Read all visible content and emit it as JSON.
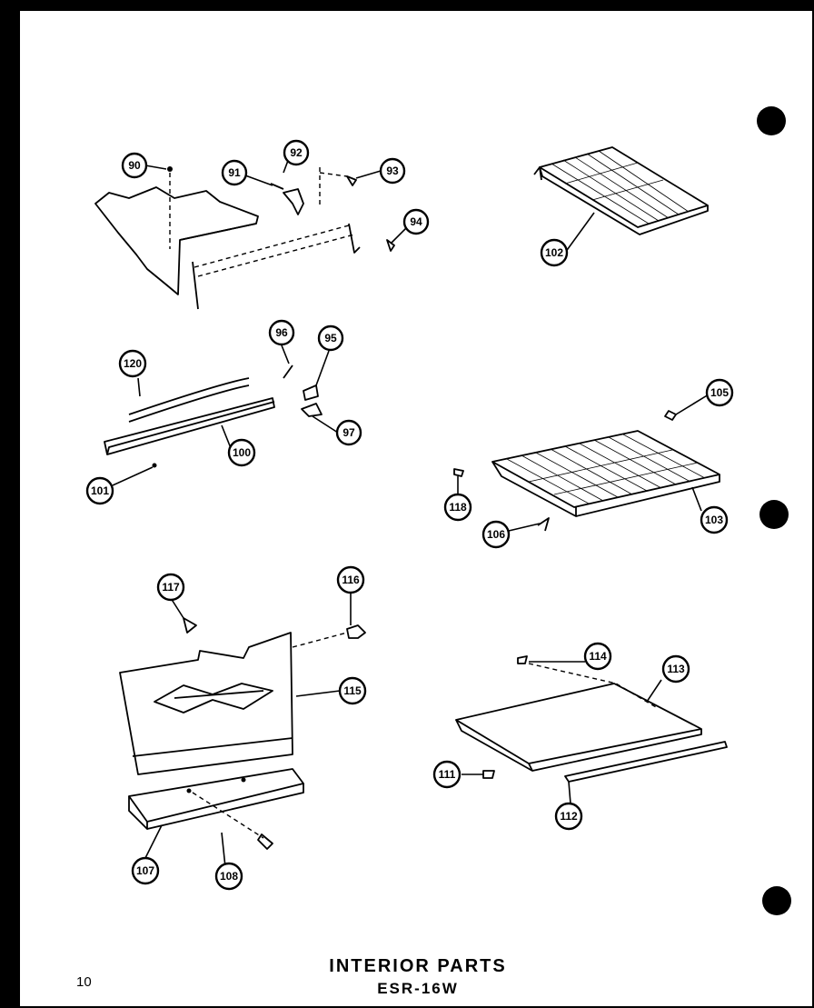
{
  "title": "INTERIOR PARTS",
  "model": "ESR-16W",
  "page_number": "10",
  "part_labels": [
    "90",
    "91",
    "92",
    "93",
    "94",
    "96",
    "95",
    "97",
    "120",
    "100",
    "101",
    "102",
    "105",
    "118",
    "106",
    "103",
    "117",
    "116",
    "115",
    "107",
    "108",
    "114",
    "113",
    "111",
    "112"
  ]
}
